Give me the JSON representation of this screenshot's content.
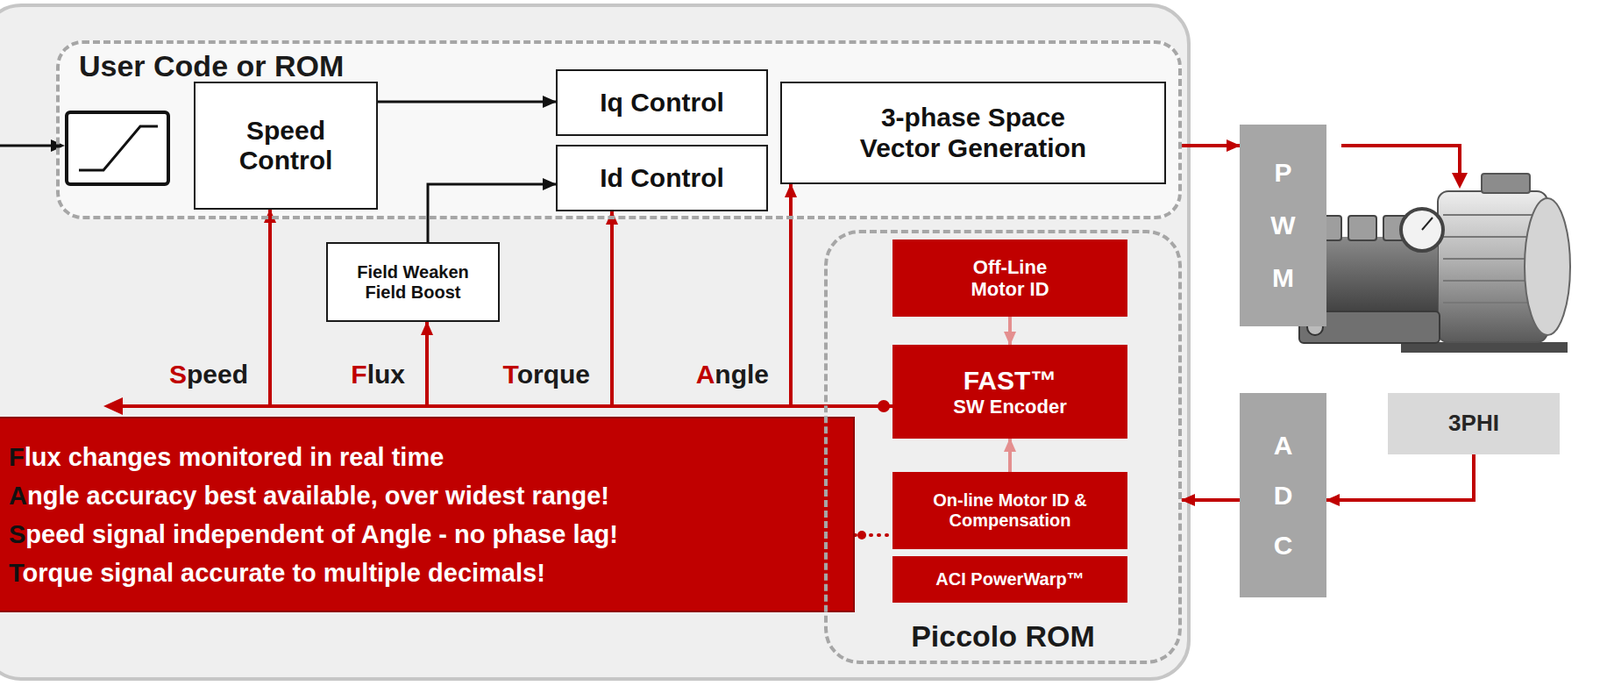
{
  "diagram": {
    "nodes": [
      {
        "text": [
          "User Code or ROM"
        ]
      },
      {
        "text": [
          "Speed Control"
        ],
        "in": 0
      },
      {
        "text": [
          "Iq Control"
        ],
        "in": 0
      },
      {
        "text": [
          "Id Control"
        ],
        "in": 0
      },
      {
        "text": [
          "3-phase Space Vector Generation"
        ],
        "in": 0
      },
      {
        "text": [
          "Field Weaken Field Boost"
        ]
      },
      {
        "text": [
          "Flux changes monitored in real time",
          "Angle accuracy best available, over widest range!",
          "Speed signal independent of Angle - no phase lag!",
          "Torque signal accurate to multiple decimals!"
        ]
      },
      {
        "text": [
          "Piccolo ROM"
        ]
      },
      {
        "text": [
          "Off-Line Motor ID"
        ],
        "in": 7
      },
      {
        "text": [
          "FAST™",
          "SW Encoder"
        ],
        "in": 7
      },
      {
        "text": [
          "On-line Motor ID & Compensation"
        ],
        "in": 7
      },
      {
        "text": [
          "ACI PowerWarp™"
        ],
        "in": 7
      },
      {
        "text": [
          "PWM"
        ]
      },
      {
        "text": [
          "ADC"
        ]
      },
      {
        "text": [
          "3PHI"
        ]
      }
    ],
    "edges": [
      {
        "from": 1,
        "to": 2,
        "arrow": "to"
      },
      {
        "from": 5,
        "to": 3,
        "arrow": "to"
      },
      {
        "from": 9,
        "to": 1,
        "label": "Speed",
        "arrow": "to"
      },
      {
        "from": 9,
        "to": 5,
        "label": "Flux",
        "arrow": "to"
      },
      {
        "from": 9,
        "to": 3,
        "label": "Torque",
        "arrow": "to"
      },
      {
        "from": 9,
        "to": 4,
        "label": "Angle",
        "arrow": "to"
      },
      {
        "from": 8,
        "to": 9,
        "arrow": "to"
      },
      {
        "from": 10,
        "to": 9,
        "arrow": "to"
      },
      {
        "from": 6,
        "to": 10,
        "arrow": "none"
      },
      {
        "from": 0,
        "to": 12,
        "arrow": "to"
      },
      {
        "from": 14,
        "to": 13,
        "arrow": "to"
      },
      {
        "from": 13,
        "to": 7,
        "arrow": "to"
      }
    ]
  }
}
